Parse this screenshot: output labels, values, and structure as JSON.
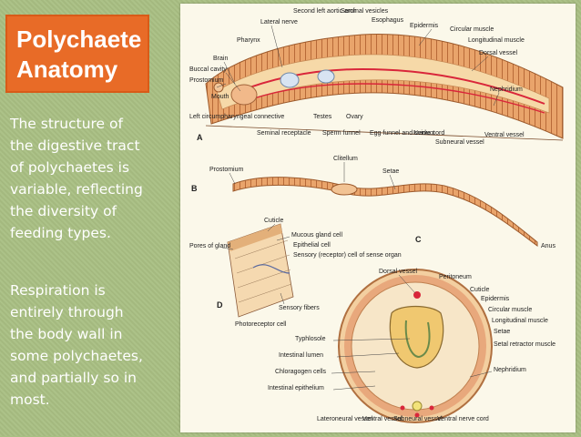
{
  "title": {
    "line1": "Polychaete",
    "line2": "Anatomy"
  },
  "paragraphs": [
    [
      "The structure of",
      "the digestive tract",
      "of polychaetes is",
      "variable, reflecting",
      "the diversity of",
      "feeding types."
    ],
    [
      "Respiration is",
      "entirely through",
      "the body wall in",
      "some polychaetes,",
      "and partially so in",
      "most."
    ]
  ],
  "colors": {
    "background": "#a9bf83",
    "title_box": "#e86b27",
    "text": "#ffffff",
    "panel": "#fbf8ea",
    "worm": "#e9a46b"
  },
  "diagram": {
    "panel_letters": {
      "a": "A",
      "b": "B",
      "c": "C",
      "d": "D"
    },
    "a_labels": {
      "lateral_nerve": "Lateral nerve",
      "second_left_aortic_arch": "Second left aortic arch",
      "seminal_vesicles": "Seminal vesicles",
      "esophagus": "Esophagus",
      "epidermis": "Epidermis",
      "circular_muscle": "Circular muscle",
      "longitudinal_muscle": "Longitudinal muscle",
      "dorsal_vessel": "Dorsal vessel",
      "pharynx": "Pharynx",
      "brain": "Brain",
      "buccal_cavity": "Buccal cavity",
      "prostomium": "Prostomium",
      "mouth": "Mouth",
      "left_circumpharyngeal_connective": "Left circumpharyngeal connective",
      "nephridium": "Nephridium",
      "testes": "Testes",
      "ovary": "Ovary",
      "seminal_receptacle": "Seminal receptacle",
      "sperm_funnel": "Sperm funnel",
      "egg_funnel_and_oviduct": "Egg funnel and oviduct",
      "nerve_cord": "Nerve cord",
      "subneural_vessel": "Subneural vessel",
      "ventral_vessel": "Ventral vessel"
    },
    "b_labels": {
      "prostomium": "Prostomium",
      "clitellum": "Clitellum",
      "setae": "Setae",
      "anus": "Anus"
    },
    "d_labels": {
      "cuticle": "Cuticle",
      "mucous_gland_cell": "Mucous gland cell",
      "epithelial_cell": "Epithelial cell",
      "sensory_cell": "Sensory (receptor) cell of sense organ",
      "pores_of_gland": "Pores of gland",
      "sensory_fibers": "Sensory fibers",
      "photoreceptor_cell": "Photoreceptor cell"
    },
    "c_labels": {
      "dorsal_vessel": "Dorsal vessel",
      "peritoneum": "Peritoneum",
      "cuticle": "Cuticle",
      "epidermis": "Epidermis",
      "circular_muscle": "Circular muscle",
      "longitudinal_muscle": "Longitudinal muscle",
      "setae": "Setae",
      "setal_retractor_muscle": "Setal retractor muscle",
      "typhlosole": "Typhlosole",
      "intestinal_lumen": "Intestinal lumen",
      "chloragogen_cells": "Chloragogen cells",
      "intestinal_epithelium": "Intestinal epithelium",
      "nephridium": "Nephridium",
      "lateroneural_vessel": "Lateroneural vessel",
      "ventral_vessel": "Ventral vessel",
      "subneural_vessel": "Subneural vessel",
      "ventral_nerve_cord": "Ventral nerve cord"
    }
  }
}
